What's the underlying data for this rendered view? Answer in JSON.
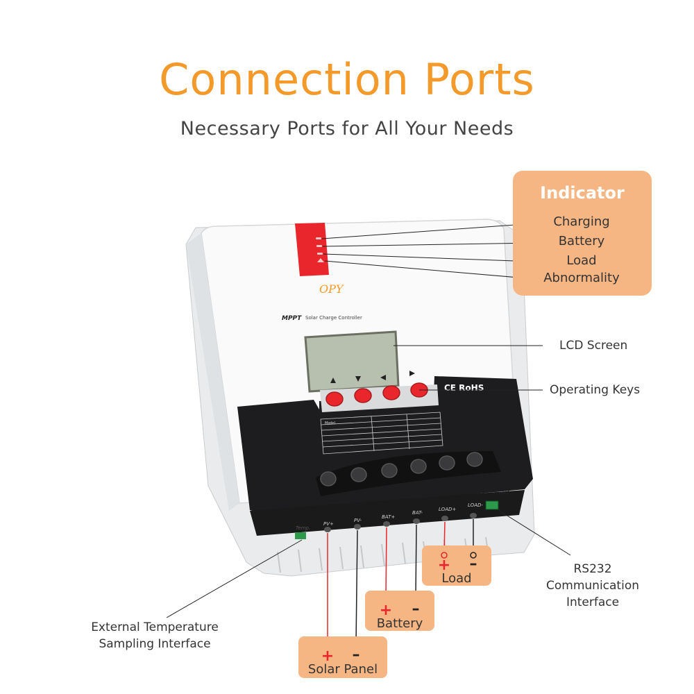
{
  "header": {
    "title": "Connection Ports",
    "subtitle": "Necessary Ports for All Your Needs"
  },
  "indicator": {
    "title": "Indicator",
    "items": [
      "Charging",
      "Battery",
      "Load",
      "Abnormality"
    ]
  },
  "callouts": {
    "lcd": "LCD Screen",
    "keys": "Operating Keys",
    "rs232": [
      "RS232",
      "Communication",
      "Interface"
    ],
    "temp": [
      "External Temperature",
      "Sampling Interface"
    ]
  },
  "device": {
    "brand": "OPY",
    "mppt": "MPPT",
    "product": "Solar Charge Controller",
    "certs": "CE RoHS",
    "port_labels": [
      "Temp.",
      "PV+",
      "PV-",
      "BAT+",
      "BAT-",
      "LOAD+",
      "LOAD-",
      "RS232"
    ],
    "spec_model_header": "Model"
  },
  "connections": {
    "load": "Load",
    "battery": "Battery",
    "solar": "Solar Panel",
    "plus": "+",
    "minus": "–"
  },
  "colors": {
    "accent": "#f39a2b",
    "tag": "#f6b684",
    "red": "#e8262b",
    "body_black": "#1d1d1f"
  }
}
